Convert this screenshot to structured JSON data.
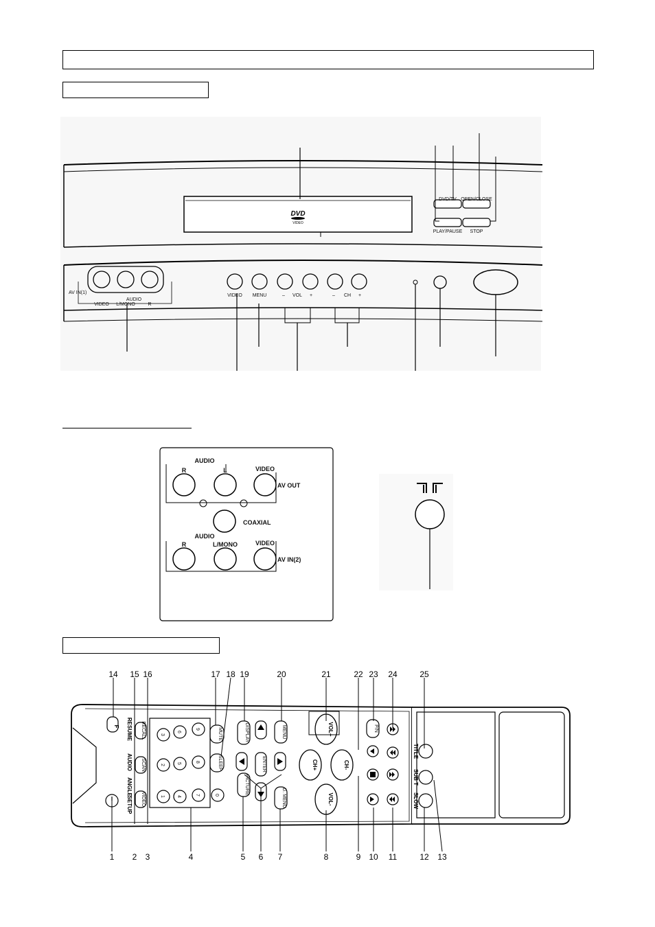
{
  "front_panel": {
    "dvd_logo": "DVD",
    "dvd_sub": "VIDEO",
    "btn_dvd_tv": "DVD/TV",
    "btn_open_close": "OPEN/CLOSE",
    "btn_play_pause": "PLAY/PAUSE",
    "btn_stop": "STOP",
    "av_in": "AV IN(1)",
    "audio": "AUDIO",
    "video_jack": "VIDEO",
    "l_mono": "L/MONO",
    "r": "R",
    "btn_video": "VIDEO",
    "btn_menu": "MENU",
    "vol_minus": "–",
    "vol": "VOL",
    "vol_plus": "+",
    "ch_minus": "–",
    "ch": "CH",
    "ch_plus": "+"
  },
  "rear_panel": {
    "audio_top": "AUDIO",
    "r_top": "R",
    "l_top": "L",
    "video_top": "VIDEO",
    "av_out": "AV OUT",
    "coaxial": "COAXIAL",
    "audio_bottom": "AUDIO",
    "r_bottom": "R",
    "l_mono_bottom": "L/MONO",
    "video_bottom": "VIDEO",
    "av_in2": "AV IN(2)"
  },
  "remote": {
    "labels": {
      "resume": "RESUME",
      "audio": "AUDIO",
      "angle": "ANGLE",
      "setup": "SETUP",
      "f": "F",
      "recall": "RECALL",
      "scan": "SCAN",
      "video": "VIDEO",
      "mute": "MUTE",
      "display": "DISPLAY",
      "menu": "MENU",
      "picture": "PICTURE",
      "enter": "ENTER",
      "d_menu": "D. MENU",
      "sleep": "SLEEP",
      "vol_plus": "VOL+",
      "vol_minus": "VOL-",
      "ch_plus": "CH+",
      "ch_minus": "CH-",
      "pn": "P/N",
      "title": "TITLE",
      "sub_t": "SUB T",
      "slow": "SLOW"
    },
    "keypad": [
      "3",
      "6",
      "9",
      "2",
      "5",
      "8",
      "1",
      "4",
      "7",
      "0"
    ],
    "top_numbers": [
      "14",
      "15",
      "16",
      "17",
      "18",
      "19",
      "20",
      "21",
      "22",
      "23",
      "24",
      "25"
    ],
    "bottom_numbers": [
      "1",
      "2",
      "3",
      "4",
      "5",
      "6",
      "7",
      "8",
      "9",
      "10",
      "11",
      "12",
      "13"
    ]
  }
}
